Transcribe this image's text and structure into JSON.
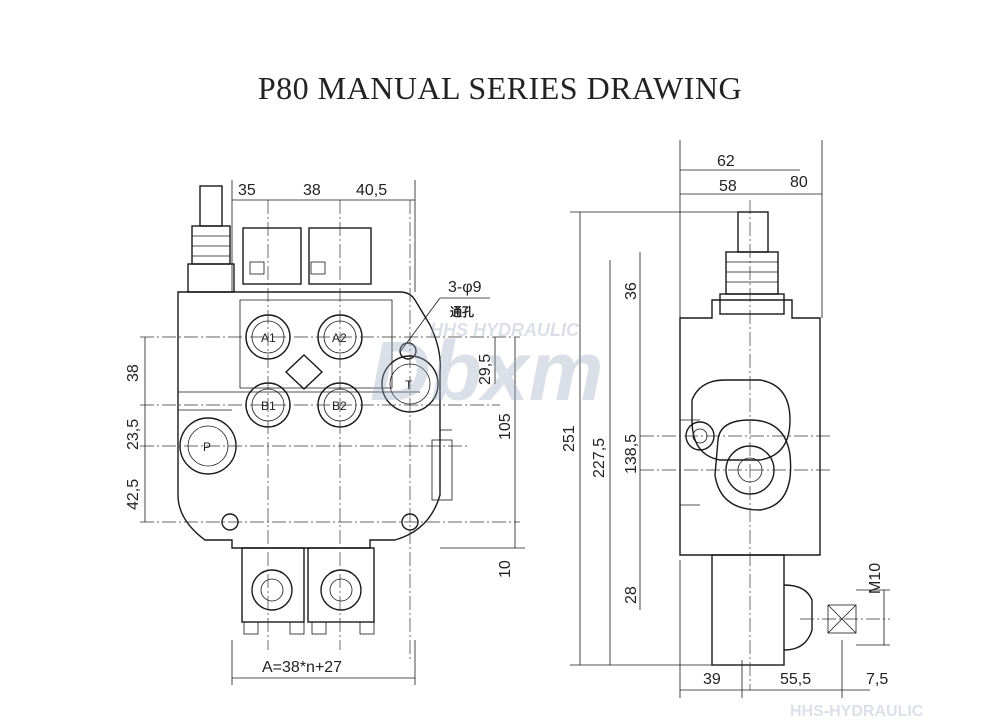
{
  "title": "P80 MANUAL SERIES DRAWING",
  "front_view": {
    "top_dims": [
      "35",
      "38",
      "40,5"
    ],
    "left_dims": [
      "38",
      "23,5",
      "42,5"
    ],
    "right_dims": [
      "29,5",
      "105",
      "10"
    ],
    "bottom_formula": "A=38*n+27",
    "hole_note": "3-φ9",
    "hole_note_cn": "通孔",
    "port_labels": [
      "A1",
      "A2",
      "B1",
      "B2",
      "P",
      "T"
    ]
  },
  "side_view": {
    "top_dims": [
      "62",
      "58",
      "80"
    ],
    "left_dims": [
      "251",
      "227,5",
      "36",
      "138,5",
      "28"
    ],
    "bottom_dims": [
      "39",
      "55,5",
      "7,5"
    ],
    "thread_label": "M10"
  },
  "watermark": {
    "brand": "Dbxm",
    "company": "HHS HYDRAULIC",
    "corner": "HHS-HYDRAULIC"
  },
  "colors": {
    "line": "#1a1a1a",
    "watermark": "#9aa6c0",
    "background": "#ffffff"
  }
}
